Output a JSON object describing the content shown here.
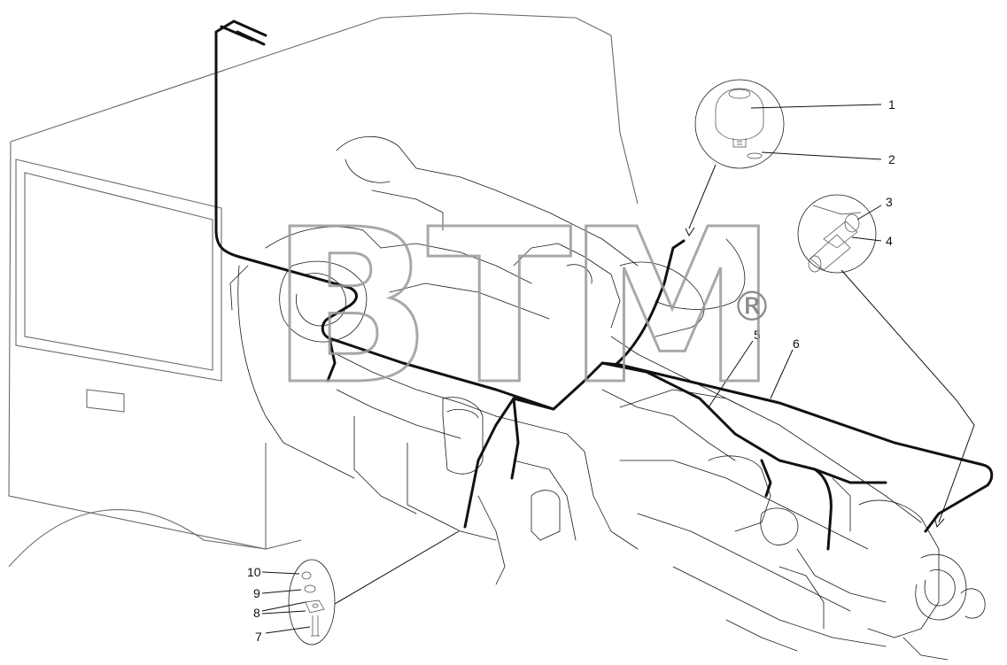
{
  "callouts": [
    {
      "num": "1"
    },
    {
      "num": "2"
    },
    {
      "num": "3"
    },
    {
      "num": "4"
    },
    {
      "num": "5"
    },
    {
      "num": "6"
    },
    {
      "num": "7"
    },
    {
      "num": "8"
    },
    {
      "num": "9"
    },
    {
      "num": "10"
    }
  ],
  "watermark": {
    "text": "BTM",
    "mark": "®"
  }
}
